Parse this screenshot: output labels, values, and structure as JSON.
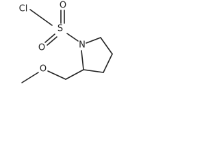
{
  "molecule": {
    "atoms": {
      "cl": "Cl",
      "s": "S",
      "o_top": "O",
      "o_bottom": "O",
      "n": "N",
      "o_ether": "O"
    }
  }
}
